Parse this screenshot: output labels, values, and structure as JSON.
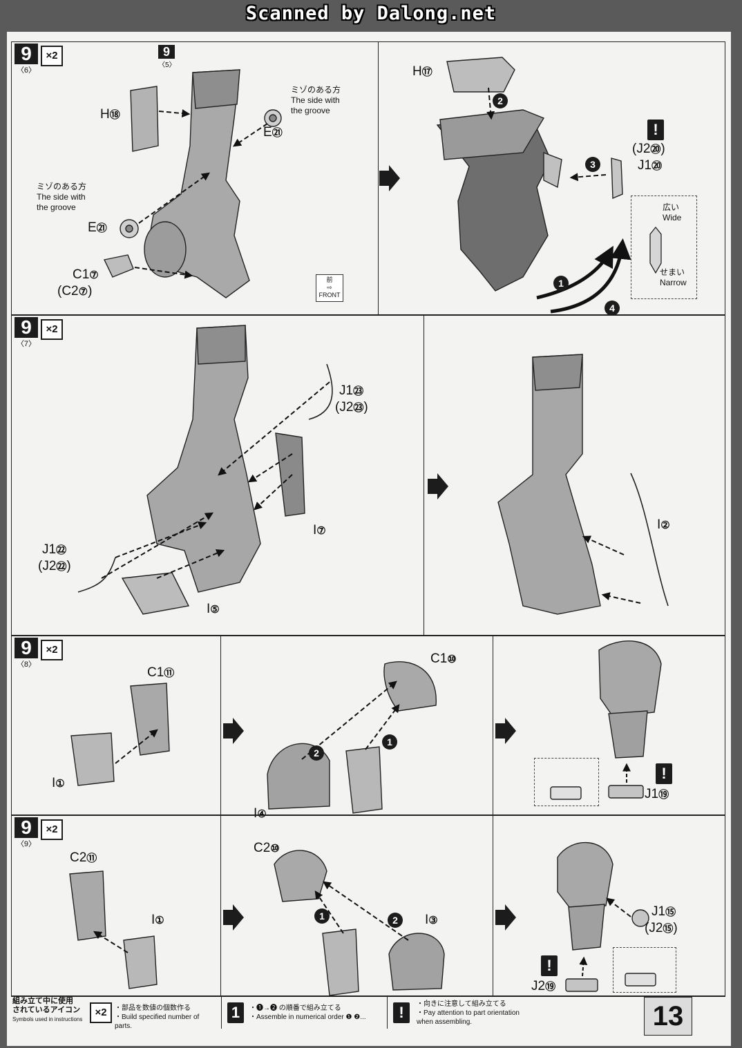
{
  "header": {
    "scan_credit": "Scanned by Dalong.net"
  },
  "symbols": {
    "multiply": "×2",
    "warning": "!",
    "seq1": "1",
    "seq2": "2",
    "seq3": "3",
    "seq4": "4"
  },
  "step6": {
    "step": "9",
    "sub": "〈6〉",
    "ref_step": "9",
    "ref_sub": "〈5〉",
    "parts": {
      "h18": "H",
      "h18_n": "⑱",
      "e21a": "E",
      "e21a_n": "㉑",
      "e21b": "E",
      "e21b_n": "㉑",
      "c1": "C1",
      "c1_n": "⑦",
      "c2": "(C2",
      "c2_n": "⑦",
      "c2_close": ")",
      "h17": "H",
      "h17_n": "⑰",
      "j2": "(J2",
      "j2_n": "⑳",
      "j2_close": ")",
      "j1": "J1",
      "j1_n": "⑳"
    },
    "groove_jp": "ミゾのある方",
    "groove_en1": "The side with",
    "groove_en2": "the groove",
    "wide_jp": "広い",
    "wide_en": "Wide",
    "narrow_jp": "せまい",
    "narrow_en": "Narrow",
    "front_jp": "前",
    "front_en": "FRONT"
  },
  "step7": {
    "step": "9",
    "sub": "〈7〉",
    "parts": {
      "j1a": "J1",
      "j1a_n": "㉓",
      "j2a": "(J2",
      "j2a_n": "㉓",
      "j2a_close": ")",
      "i7": "I",
      "i7_n": "⑦",
      "j1b": "J1",
      "j1b_n": "㉒",
      "j2b": "(J2",
      "j2b_n": "㉒",
      "j2b_close": ")",
      "i5": "I",
      "i5_n": "⑤",
      "i2": "I",
      "i2_n": "②"
    }
  },
  "step8": {
    "step": "9",
    "sub": "〈8〉",
    "parts": {
      "c1a": "C1",
      "c1a_n": "⑪",
      "i1": "I",
      "i1_n": "①",
      "c1b": "C1",
      "c1b_n": "⑩",
      "i4": "I",
      "i4_n": "④",
      "j1": "J1",
      "j1_n": "⑲"
    }
  },
  "step9": {
    "step": "9",
    "sub": "〈9〉",
    "parts": {
      "c2a": "C2",
      "c2a_n": "⑪",
      "i1": "I",
      "i1_n": "①",
      "c2b": "C2",
      "c2b_n": "⑩",
      "i3": "I",
      "i3_n": "③",
      "j1": "J1",
      "j1_n": "⑮",
      "j2a": "(J2",
      "j2a_n": "⑮",
      "j2a_close": ")",
      "j2b": "J2",
      "j2b_n": "⑲"
    }
  },
  "legend": {
    "title_jp1": "組み立て中に使用",
    "title_jp2": "されているアイコン",
    "title_en": "Symbols used in instructions",
    "x2_jp": "・部品を数値の個数作る",
    "x2_en": "・Build specified number of parts.",
    "seq_jp": "・❶→❷ の順番で組み立てる",
    "seq_en": "・Assemble in numerical order ❶ ❷...",
    "warn_jp": "・向きに注意して組み立てる",
    "warn_en1": "・Pay attention to part orientation",
    "warn_en2": "when assembling."
  },
  "page_number": "13"
}
